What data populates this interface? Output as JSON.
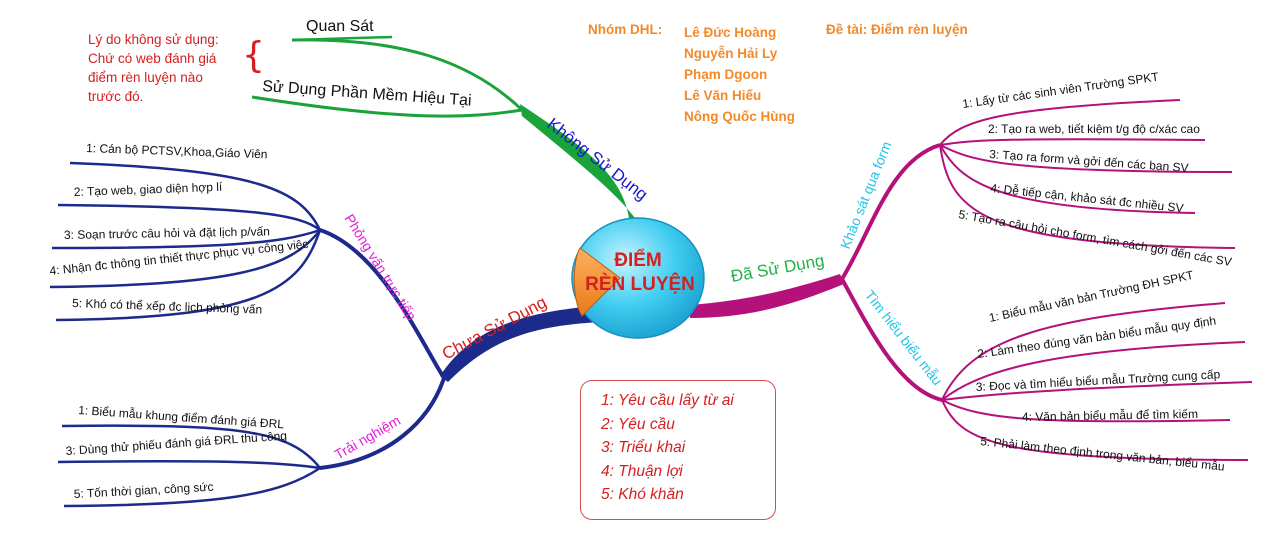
{
  "note": {
    "lines": [
      "Lý do không sử dụng:",
      "Chứ có web đánh giá",
      "điểm rèn luyện nào",
      "trước đó."
    ],
    "brace": "{"
  },
  "team": {
    "label": "Nhóm DHL:",
    "members": [
      "Lê Đức Hoàng",
      "Nguyễn Hải Ly",
      "Phạm Dgoon",
      "Lê Văn Hiếu",
      "Nông Quốc Hùng"
    ]
  },
  "topic": "Đề tài: Điểm rèn luyện",
  "center": {
    "line1": "ĐIỂM",
    "line2": "RÈN LUYỆN"
  },
  "branches": {
    "khong_su_dung": {
      "label": "Không Sử Dụng",
      "children": [
        "Quan Sát",
        "Sử Dụng Phần Mềm Hiệu Tại"
      ]
    },
    "da_su_dung": {
      "label": "Đã Sử Dụng",
      "subs": [
        {
          "label": "Khảo sát qua form",
          "items": [
            "1: Lấy từ các sinh viên Trường SPKT",
            "2: Tạo ra web, tiết kiệm t/g độ c/xác cao",
            "3: Tạo ra form và gởi đến các bạn SV",
            "4: Dễ tiếp cận, khảo sát đc nhiều SV",
            "5: Tạo ra câu hỏi cho form, tìm cách gởi đến các SV"
          ]
        },
        {
          "label": "Tìm hiểu biểu mẫu",
          "items": [
            "1: Biểu mẫu văn bản Trường ĐH SPKT",
            "2: Làm theo đúng văn bản biểu mẫu quy định",
            "3: Đọc và tìm hiểu biểu mẫu Trường cung cấp",
            "4: Văn bản biểu mẫu để tìm kiếm",
            "5: Phải làm theo định trong văn bản, biểu mẫu"
          ]
        }
      ]
    },
    "chua_su_dung": {
      "label": "Chưa Sử Dụng",
      "subs": [
        {
          "label": "Phỏng vấn trực tiếp",
          "items": [
            "1: Cán bộ PCTSV,Khoa,Giáo Viên",
            "2: Tạo web, giao diện hợp lí",
            "3: Soạn trước câu hỏi và đặt lịch p/vấn",
            "4: Nhận đc thông tin thiết thực phục vụ công việc",
            "5: Khó có thể xếp đc lịch phỏng vấn"
          ]
        },
        {
          "label": "Trải nghiệm",
          "items": [
            "1: Biểu mẫu khung điểm đánh giá ĐRL",
            "3: Dùng thử phiếu đánh giá ĐRL thủ công",
            "5: Tốn thời gian, công sức"
          ]
        }
      ]
    }
  },
  "legend": [
    "1: Yêu cầu lấy từ ai",
    "2: Yêu cầu",
    "3: Triểu khai",
    "4: Thuận lợi",
    "5: Khó khăn"
  ],
  "colors": {
    "green": "#1aa33a",
    "magenta": "#b5117a",
    "navy": "#1c2a8c",
    "orange": "#f28a2a",
    "red": "#d42020",
    "cyan": "#22c4e8",
    "blue": "#1818cc",
    "pink": "#e020d8"
  }
}
